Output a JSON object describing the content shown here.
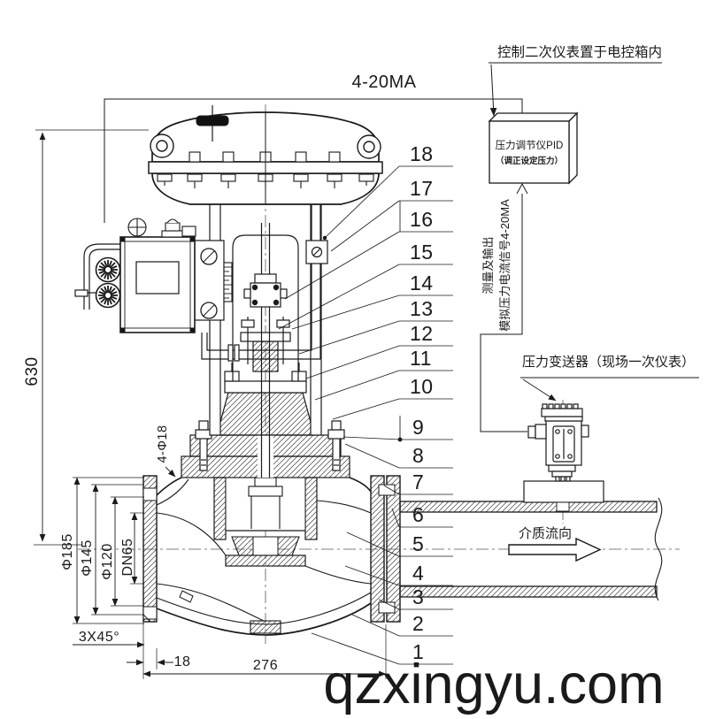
{
  "signal": {
    "loop_label": "4-20MA",
    "control_note": "控制二次仪表置于电控箱内",
    "pid_title": "压力调节仪PID",
    "pid_subtitle": "（调正设定压力）",
    "measure_note_1": "测量及输出",
    "measure_note_2": "模拟压力电流信号4-20MA",
    "transmitter_label": "压力变送器（现场一次仪表）",
    "flow_label": "介质流向"
  },
  "dimensions": {
    "overall_height": "630",
    "flange_od": "Φ185",
    "bolt_circle": "Φ145",
    "raised_face": "Φ120",
    "nominal_bore": "DN65",
    "bolt_holes": "4-Φ18",
    "chamfer": "3X45°",
    "flange_thickness": "18",
    "face_to_face": "276"
  },
  "callouts": {
    "labels": [
      "18",
      "17",
      "16",
      "15",
      "14",
      "13",
      "12",
      "11",
      "10",
      "9",
      "8",
      "7",
      "6",
      "5",
      "4",
      "3",
      "2",
      "1"
    ]
  },
  "watermark": "qzxingyu.com"
}
